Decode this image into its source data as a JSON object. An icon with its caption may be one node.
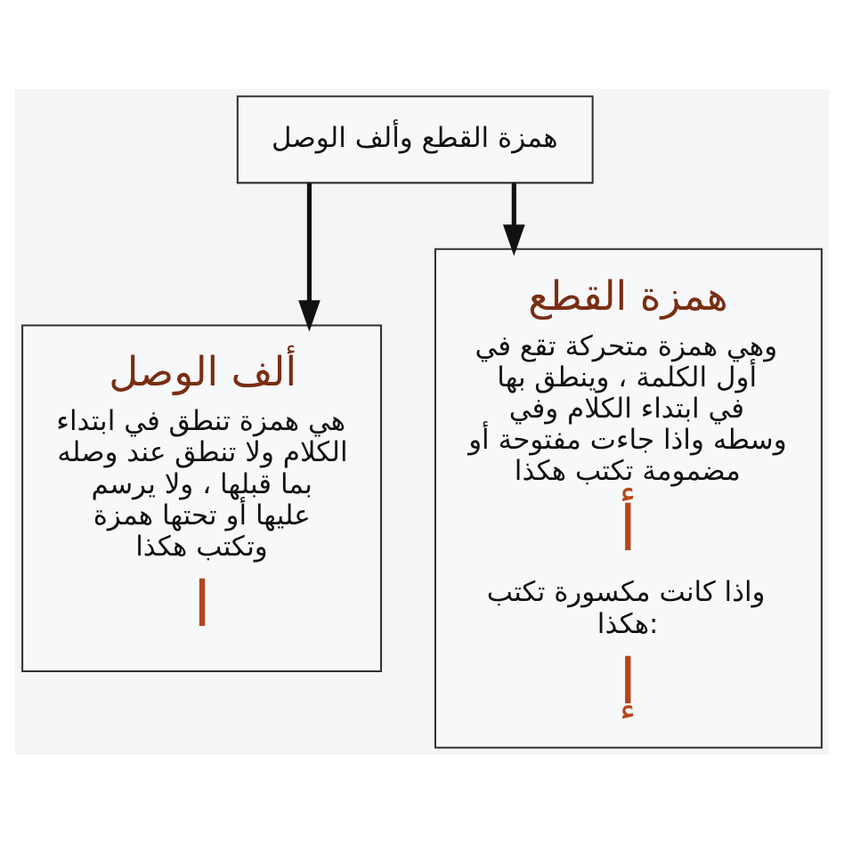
{
  "diagram": {
    "nodes": [
      {
        "text": [
          "همزة القطع وألف الوصل"
        ]
      },
      {
        "text": [
          "همزة القطع",
          "وهي همزة متحركة تقع في أول الكلمة ، وينطق بها في ابتداء الكلام وفي وسطه واذا جاءت مفتوحة أو مضمومة تكتب هكذا",
          "أ",
          "واذا كانت مكسورة تكتب هكذا:",
          "إ"
        ]
      },
      {
        "text": [
          "ألف الوصل",
          "هي همزة تنطق في ابتداء الكلام ولا تنطق عند وصله بما قبلها ، ولا يرسم عليها أو تحتها همزة وتكتب هكذا",
          "ا"
        ]
      }
    ],
    "edges": [
      {
        "from": 0,
        "to": 1,
        "arrow": "to"
      },
      {
        "from": 0,
        "to": 2,
        "arrow": "to"
      }
    ]
  }
}
